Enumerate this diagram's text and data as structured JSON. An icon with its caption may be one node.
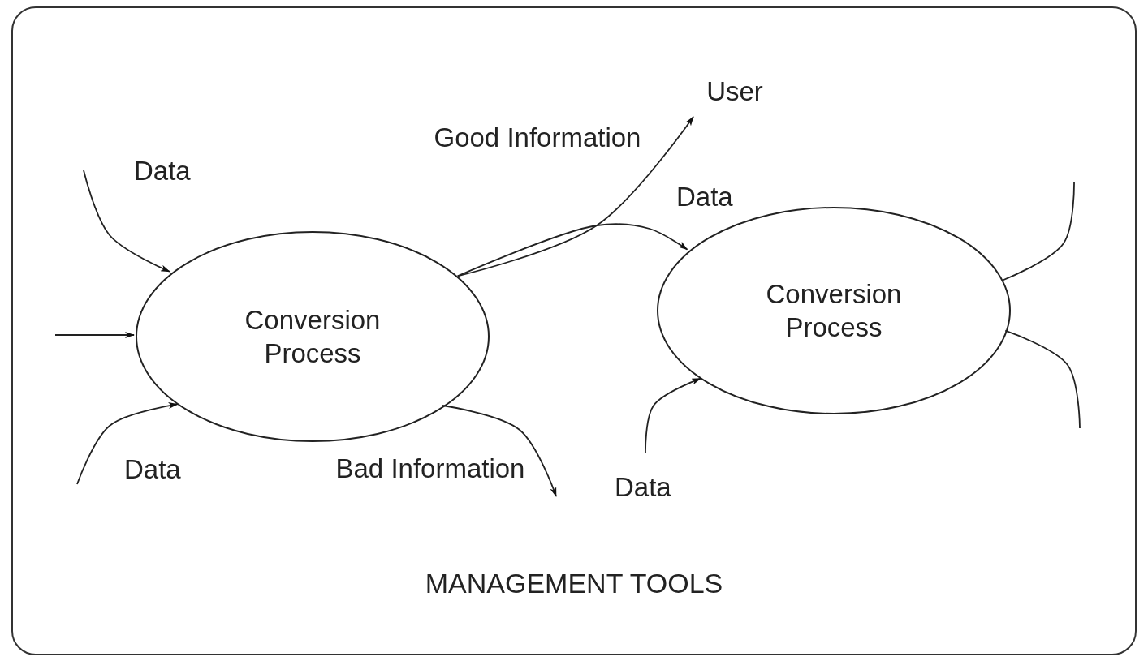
{
  "diagram": {
    "nodes": [
      {
        "text": [
          "MANAGEMENT TOOLS"
        ]
      },
      {
        "text": [
          "Conversion Process"
        ],
        "in": 0
      },
      {
        "text": [
          "User"
        ],
        "in": 0
      },
      {
        "text": [
          "Conversion Process"
        ],
        "in": 0
      }
    ],
    "edges": [
      {
        "from": null,
        "to": 1,
        "arrow": "to",
        "label": "Data"
      },
      {
        "from": null,
        "to": 1,
        "arrow": "to"
      },
      {
        "from": null,
        "to": 1,
        "arrow": "to",
        "label": "Data"
      },
      {
        "from": 1,
        "to": 2,
        "arrow": "to",
        "label": "Good Information"
      },
      {
        "from": 1,
        "to": 3,
        "arrow": "to",
        "label": "Data"
      },
      {
        "from": 1,
        "to": null,
        "arrow": "to",
        "label": "Bad Information"
      },
      {
        "from": null,
        "to": 3,
        "arrow": "to",
        "label": "Data"
      },
      {
        "from": 3,
        "to": null,
        "arrow": "none"
      },
      {
        "from": 3,
        "to": null,
        "arrow": "none"
      }
    ]
  }
}
